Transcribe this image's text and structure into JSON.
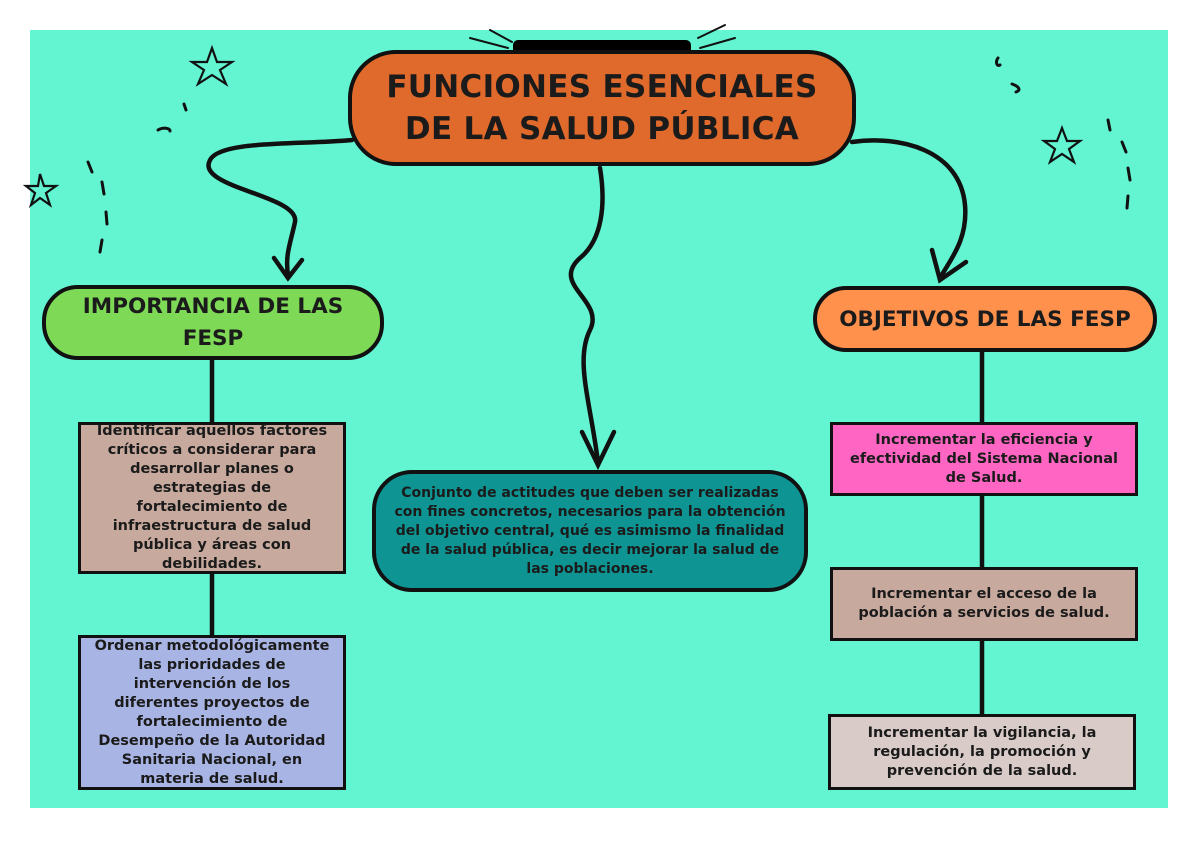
{
  "title": "FUNCIONES ESENCIALES\nDE LA SALUD PÚBLICA",
  "left": {
    "heading": "IMPORTANCIA DE LAS\nFESP",
    "items": [
      "Identificar aquellos factores críticos a considerar para desarrollar planes o estrategias de fortalecimiento de infraestructura de salud pública y áreas con debilidades.",
      "Ordenar metodológicamente las prioridades de intervención de los diferentes proyectos de fortalecimiento de Desempeño de la Autoridad Sanitaria Nacional, en materia de salud."
    ]
  },
  "center": {
    "text": "Conjunto de actitudes que deben ser realizadas con fines concretos, necesarios para la obtención del objetivo central, qué es asimismo la finalidad de la salud pública, es decir mejorar la salud de las poblaciones."
  },
  "right": {
    "heading": "OBJETIVOS DE LAS FESP",
    "items": [
      "Incrementar la eficiencia y efectividad del Sistema Nacional de Salud.",
      "Incrementar el acceso de la población a servicios de salud.",
      "Incrementar la vigilancia, la regulación, la promoción y prevención de la salud."
    ]
  },
  "colors": {
    "background": "#63f5d2",
    "title": "#e06a2b",
    "left_heading": "#7ed957",
    "right_heading": "#ff914d",
    "center_box": "#0e9493"
  }
}
